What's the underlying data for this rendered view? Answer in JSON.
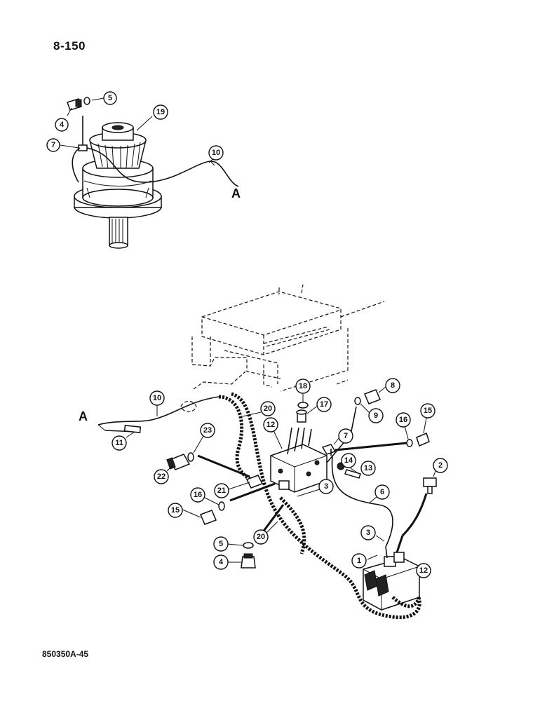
{
  "page_number": "8-150",
  "drawing_code": "850350A-45",
  "reference_letter": "A",
  "callouts": {
    "top_5": "5",
    "top_4": "4",
    "top_7": "7",
    "top_19": "19",
    "top_10": "10",
    "c18": "18",
    "c17": "17",
    "c8": "8",
    "c9": "9",
    "c16a": "16",
    "c15a": "15",
    "c10b": "10",
    "c20a": "20",
    "c12a": "12",
    "c7b": "7",
    "c23": "23",
    "c14": "14",
    "c2": "2",
    "c13": "13",
    "c11": "11",
    "c22": "22",
    "c21": "21",
    "c3a": "3",
    "c6": "6",
    "c16b": "16",
    "c15b": "15",
    "c3b": "3",
    "c20b": "20",
    "c5b": "5",
    "c1": "1",
    "c12b": "12",
    "c4b": "4"
  }
}
